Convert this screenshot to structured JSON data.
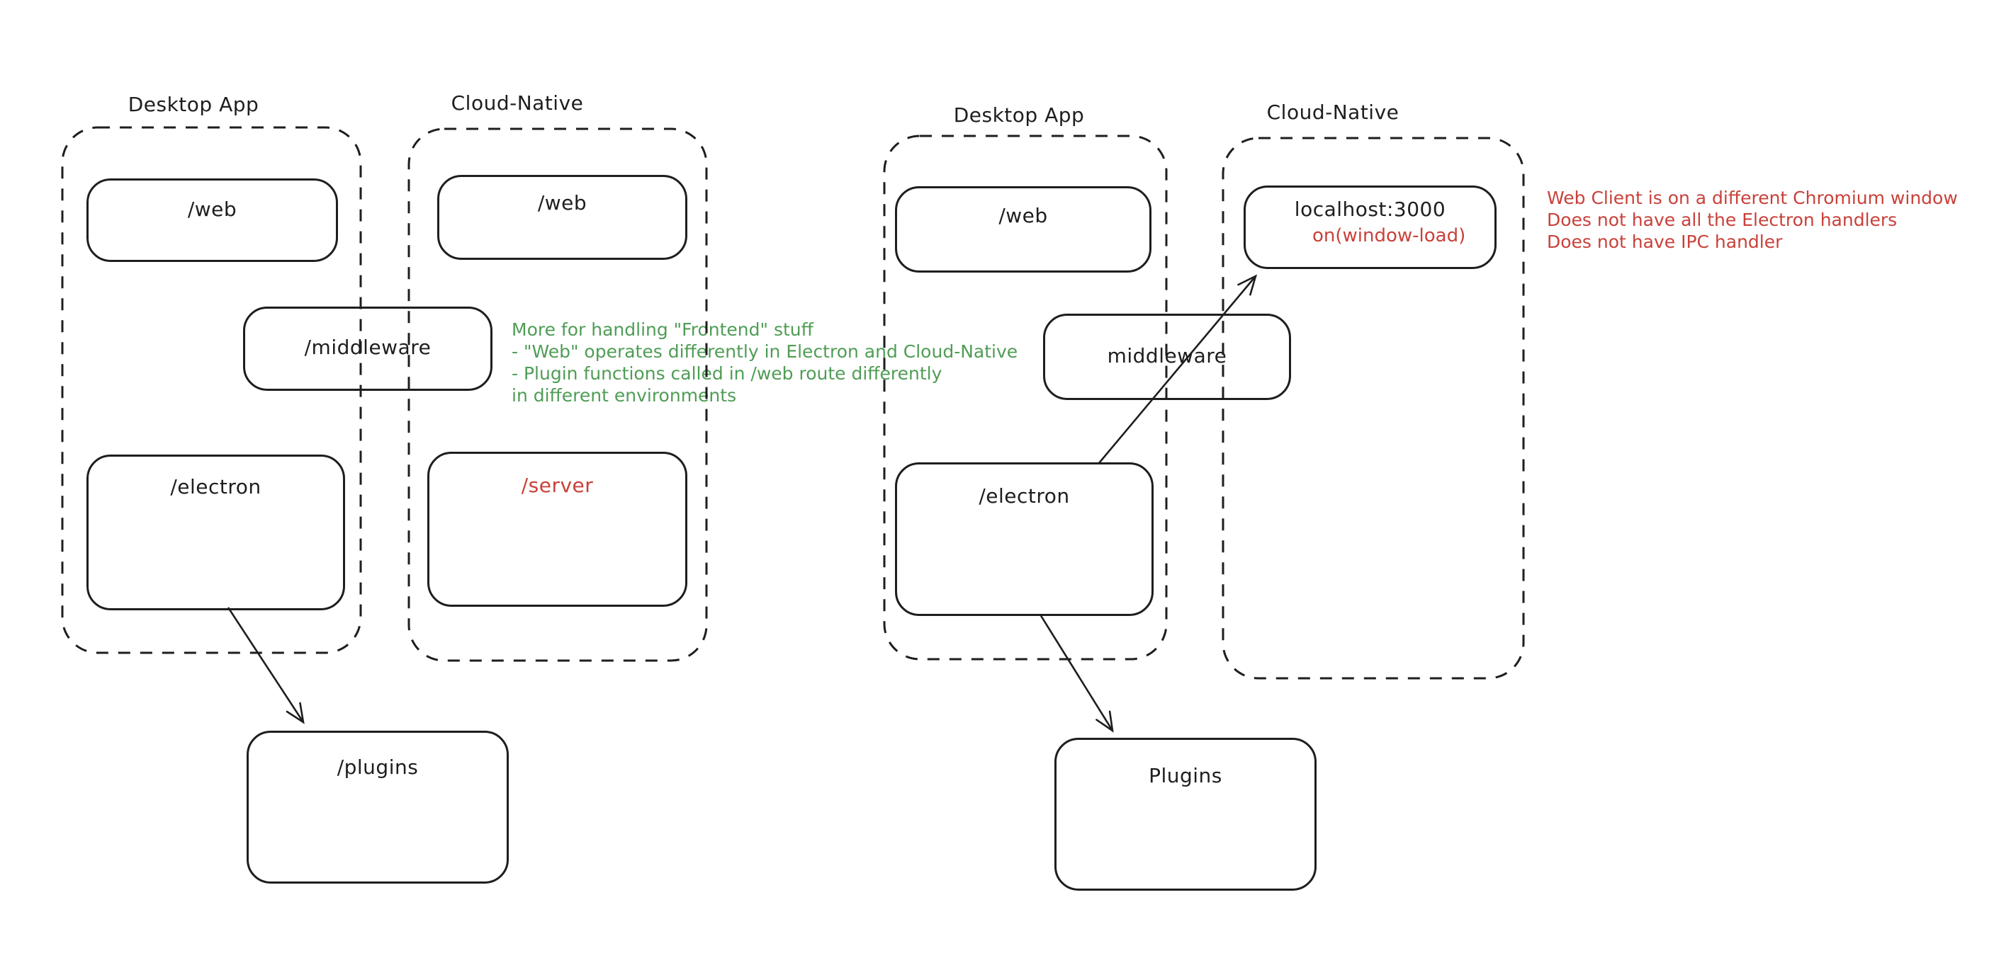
{
  "canvas": {
    "background": "#ffffff"
  },
  "colors": {
    "stroke": "#1e1e1e",
    "red": "#c9413a",
    "green": "#4f9d55"
  },
  "left": {
    "desktop": {
      "label": "Desktop App",
      "web": "/web",
      "electron": "/electron"
    },
    "cloud": {
      "label": "Cloud-Native",
      "web": "/web",
      "server": "/server"
    },
    "middleware": "/middleware",
    "plugins": "/plugins",
    "note": {
      "lines": [
        "More for handling \"Frontend\" stuff",
        "- \"Web\" operates differently in Electron and Cloud-Native",
        "- Plugin functions called in /web route differently",
        "in different environments"
      ]
    }
  },
  "right": {
    "desktop": {
      "label": "Desktop App",
      "web": "/web",
      "electron": "/electron"
    },
    "cloud": {
      "label": "Cloud-Native",
      "localhost": "localhost:3000",
      "on_window_load": "on(window-load)"
    },
    "middleware": "middleware",
    "plugins": "Plugins",
    "note": {
      "lines": [
        "Web Client is on a different Chromium window",
        "Does not have all the Electron handlers",
        "Does not have IPC handler"
      ]
    }
  }
}
